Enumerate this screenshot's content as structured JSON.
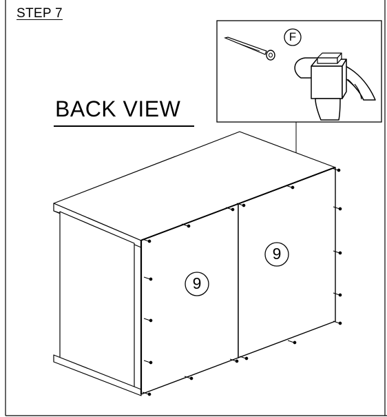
{
  "step": {
    "title": "STEP 7"
  },
  "view": {
    "title": "BACK VIEW"
  },
  "parts": [
    {
      "label": "9"
    },
    {
      "label": "9"
    }
  ],
  "fastener": {
    "label": "F",
    "icon": "nail-icon"
  },
  "tool": {
    "icon": "hammer-icon"
  }
}
